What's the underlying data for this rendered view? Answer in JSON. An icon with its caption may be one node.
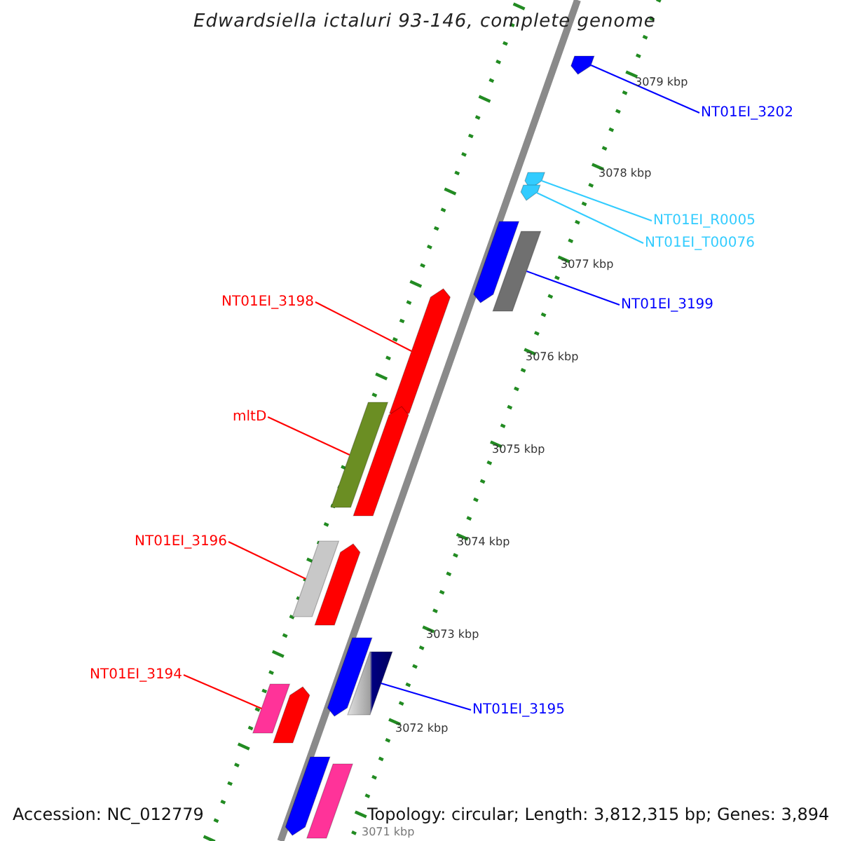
{
  "diagram": {
    "title": "Edwardsiella ictaluri 93-146, complete genome",
    "nodes": [
      {
        "text": [
          "NT01EI_3202"
        ]
      },
      {
        "text": [],
        "shape": "bar"
      },
      {
        "text": [
          "NT01EI_R0005"
        ]
      },
      {
        "text": [],
        "shape": "bar"
      },
      {
        "text": [
          "NT01EI_T00076"
        ]
      },
      {
        "text": [],
        "shape": "bar"
      },
      {
        "text": [
          "NT01EI_3199"
        ]
      },
      {
        "text": [],
        "shape": "bar"
      },
      {
        "text": [
          "NT01EI_3198"
        ]
      },
      {
        "text": [],
        "shape": "bar"
      },
      {
        "text": [
          "mltD"
        ]
      },
      {
        "text": [],
        "shape": "bar"
      },
      {
        "text": [
          "NT01EI_3196"
        ]
      },
      {
        "text": [],
        "shape": "bar"
      },
      {
        "text": [
          "NT01EI_3194"
        ]
      },
      {
        "text": [],
        "shape": "bar"
      },
      {
        "text": [
          "NT01EI_3195"
        ]
      },
      {
        "text": [],
        "shape": "bar"
      },
      {
        "text": [],
        "shape": "bar"
      },
      {
        "text": [],
        "shape": "bar"
      },
      {
        "text": [],
        "shape": "bar"
      },
      {
        "text": [],
        "shape": "bar"
      },
      {
        "text": [],
        "shape": "bar"
      },
      {
        "text": [],
        "shape": "bar"
      },
      {
        "text": [],
        "shape": "bar"
      }
    ],
    "edges": [
      {
        "from": 0,
        "to": 1,
        "arrow": "none",
        "color": "#0000ff"
      },
      {
        "from": 2,
        "to": 3,
        "arrow": "none",
        "color": "#33ccff"
      },
      {
        "from": 4,
        "to": 5,
        "arrow": "none",
        "color": "#33ccff"
      },
      {
        "from": 6,
        "to": 7,
        "arrow": "none",
        "color": "#0000ff"
      },
      {
        "from": 8,
        "to": 9,
        "arrow": "none"
      },
      {
        "from": 10,
        "to": 11,
        "arrow": "none"
      },
      {
        "from": 12,
        "to": 13,
        "arrow": "none"
      },
      {
        "from": 14,
        "to": 15,
        "arrow": "none"
      },
      {
        "from": 16,
        "to": 17,
        "arrow": "none",
        "color": "#0000ff"
      }
    ],
    "labels": [
      "3079 kbp",
      "3078 kbp",
      "3077 kbp",
      "3076 kbp",
      "3075 kbp",
      "3074 kbp",
      "3073 kbp",
      "3072 kbp",
      "3071 kbp",
      "Accession: NC_012779",
      "Topology: circular; Length: 3,812,315 bp; Genes: 3,894"
    ]
  }
}
